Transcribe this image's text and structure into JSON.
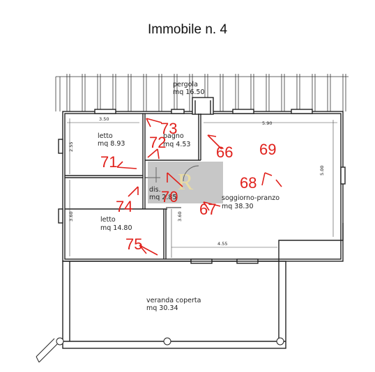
{
  "title": "Immobile n. 4",
  "rooms": {
    "pergola": {
      "name": "pergola",
      "area": "mq 16.50"
    },
    "letto1": {
      "name": "letto",
      "area": "mq 8.93"
    },
    "bagno": {
      "name": "bagno",
      "area": "mq 4.53"
    },
    "dis": {
      "name": "dis.",
      "area": "mq 2.85"
    },
    "letto2": {
      "name": "letto",
      "area": "mq 14.80"
    },
    "soggiorno": {
      "name": "soggiorno-pranzo",
      "area": "mq 38.30"
    },
    "veranda": {
      "name": "veranda coperta",
      "area": "mq 30.34"
    }
  },
  "dimensions": {
    "d1": "3.50",
    "d2": "2.55",
    "d3": "3.60",
    "d4": "5.90",
    "d5": "5.00",
    "d6": "3.60",
    "d7": "4.55"
  },
  "photo_markers": {
    "m66": "66",
    "m67": "67",
    "m68": "68",
    "m69": "69",
    "m70": "70",
    "m71": "71",
    "m72": "72",
    "m73": "73",
    "m74": "74",
    "m75": "75"
  },
  "watermark": "R",
  "colors": {
    "walls": "#222222",
    "markers": "#e0201b",
    "watermark_bg": "#9a9a9a"
  }
}
